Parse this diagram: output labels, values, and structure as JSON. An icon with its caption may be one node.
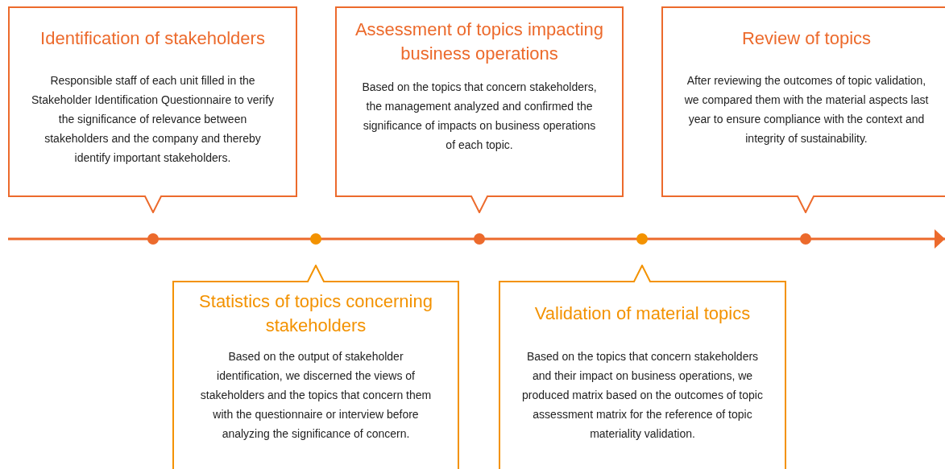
{
  "diagram": {
    "nodes": [
      {
        "text": [
          "Identification of stakeholders",
          "Responsible staff of each unit filled in the Stakeholder Identification Questionnaire to verify the significance of relevance between stakeholders and the company and thereby identify important stakeholders."
        ]
      },
      {
        "text": [
          "Statistics of topics concerning stakeholders",
          "Based on the output of stakeholder identification, we discerned the views of stakeholders and the topics that concern them with the questionnaire or interview before analyzing the significance of concern."
        ]
      },
      {
        "text": [
          "Assessment of topics impacting business operations",
          "Based on the topics that concern stakeholders, the management analyzed and confirmed the significance of impacts on business operations of each topic."
        ]
      },
      {
        "text": [
          "Validation of material topics",
          "Based on the topics that concern stakeholders and their impact on business operations, we produced matrix based on the outcomes of topic assessment matrix for the reference of topic materiality validation."
        ]
      },
      {
        "text": [
          "Review of topics",
          "After reviewing the outcomes of topic validation, we compared them with the material aspects last year to ensure compliance with the context and integrity of sustainability."
        ]
      },
      {
        "text": [],
        "shape": "circle"
      },
      {
        "text": [],
        "shape": "circle"
      },
      {
        "text": [],
        "shape": "circle"
      },
      {
        "text": [],
        "shape": "circle"
      },
      {
        "text": [],
        "shape": "circle"
      }
    ],
    "edges": [
      {
        "from": null,
        "to": 5,
        "arrow": "none"
      },
      {
        "from": 5,
        "to": 6,
        "arrow": "none"
      },
      {
        "from": 6,
        "to": 7,
        "arrow": "none"
      },
      {
        "from": 7,
        "to": 8,
        "arrow": "none"
      },
      {
        "from": 8,
        "to": 9,
        "arrow": "none"
      },
      {
        "from": 9,
        "to": null,
        "arrow": "to"
      }
    ]
  }
}
